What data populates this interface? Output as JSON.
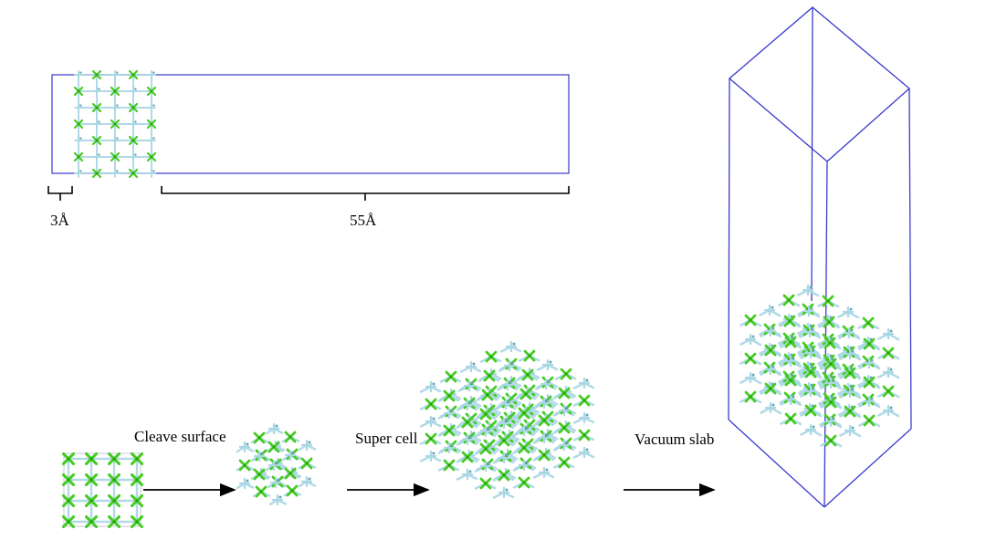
{
  "labels": {
    "thickness_slab": "3Å",
    "thickness_vacuum": "55Å",
    "step_cleave": "Cleave surface",
    "step_supercell": "Super cell",
    "step_vacuum": "Vacuum slab"
  },
  "colors": {
    "cell_box": "#3a3acc",
    "atom_green": "#44cc22",
    "atom_green_dark": "#2a9a14",
    "atom_blue": "#a9d7e4",
    "atom_blue_dark": "#6aa6ba",
    "bracket": "#000000"
  }
}
